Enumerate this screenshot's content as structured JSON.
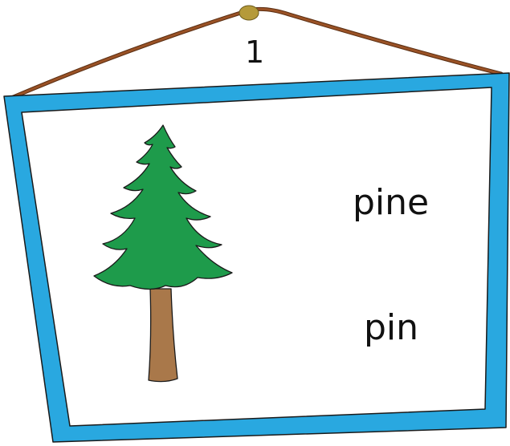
{
  "card": {
    "number": "1",
    "words": [
      "pine",
      "pin"
    ],
    "picture": "pine-tree"
  },
  "colors": {
    "frame": "#29a8e0",
    "frame_outline": "#1a1a1a",
    "string": "#9a5226",
    "pin": "#b59a3a",
    "foliage": "#1e9b4b",
    "trunk": "#a9784a",
    "background": "#ffffff"
  }
}
